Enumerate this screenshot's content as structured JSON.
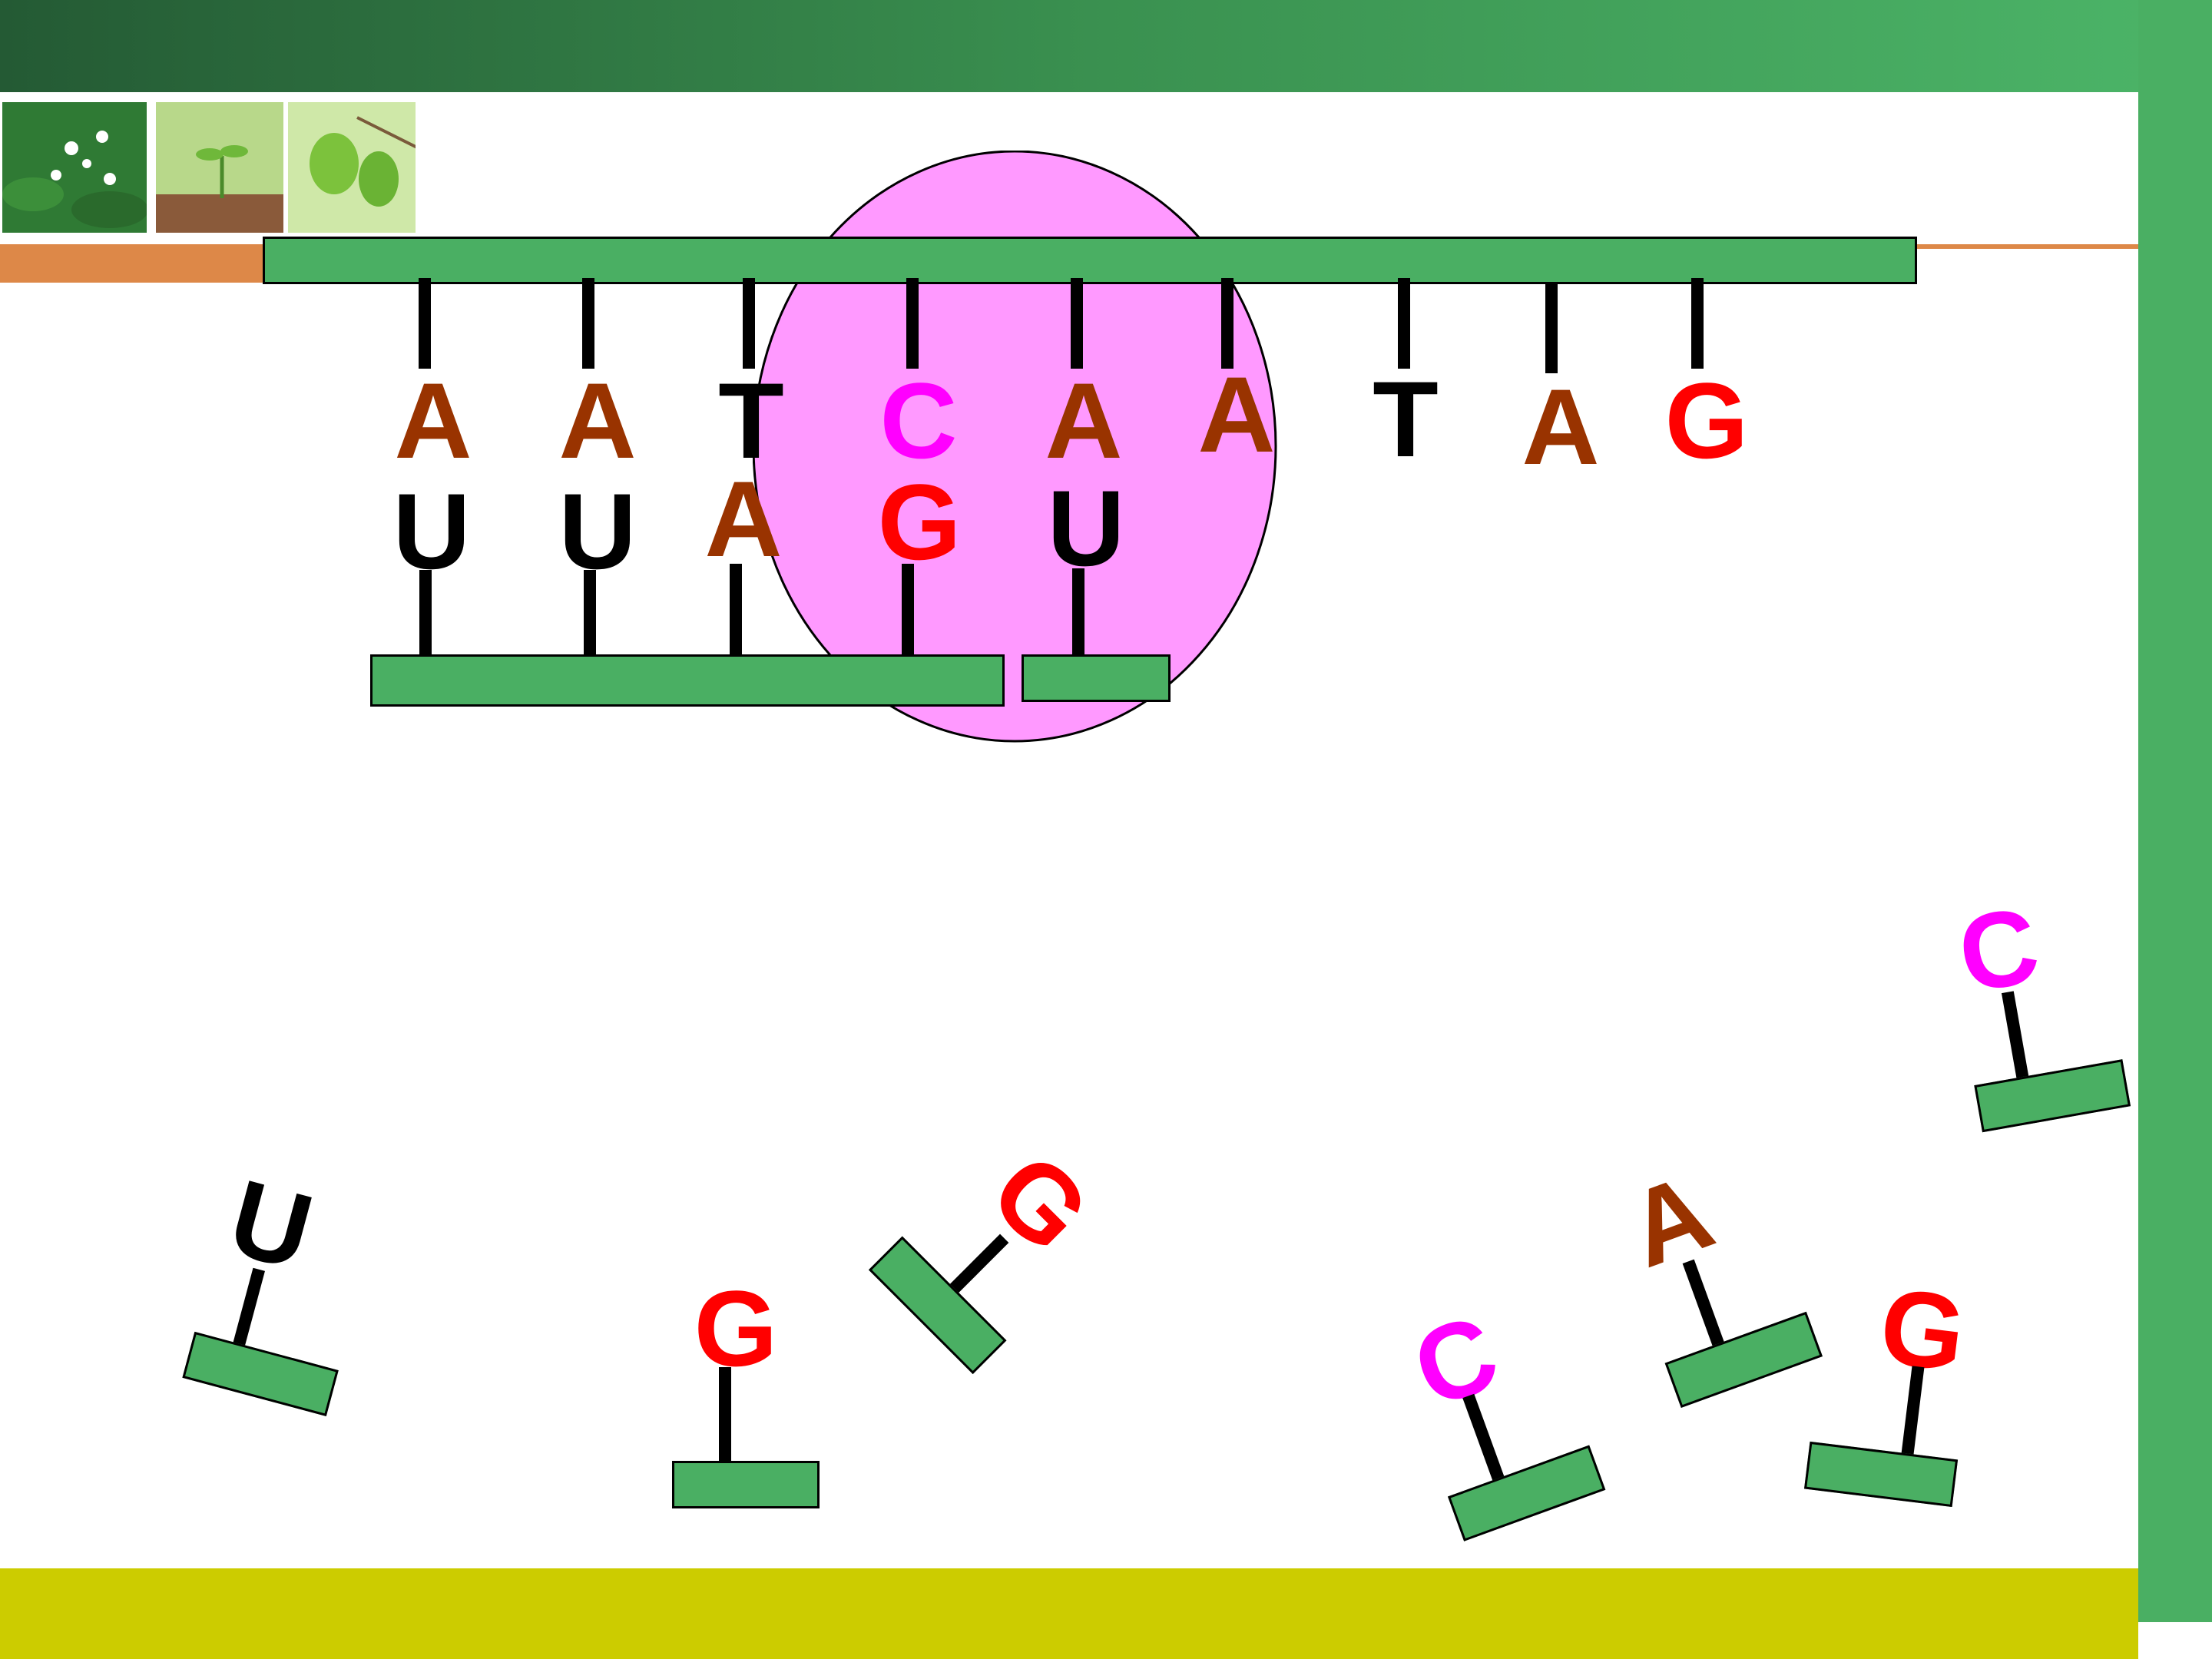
{
  "diagram": {
    "colors": {
      "strand": "#4aaf63",
      "ribosome": "#ff99ff",
      "A": "#993300",
      "T": "#000000",
      "U": "#000000",
      "C": "#ff00ff",
      "G": "#ff0000"
    },
    "dna_template": [
      "A",
      "A",
      "T",
      "C",
      "A",
      "A",
      "T",
      "A",
      "G"
    ],
    "rna_paired": [
      "U",
      "U",
      "A",
      "G",
      "U"
    ],
    "free_nucleotides": [
      "U",
      "G",
      "G",
      "C",
      "A",
      "C",
      "G"
    ]
  }
}
